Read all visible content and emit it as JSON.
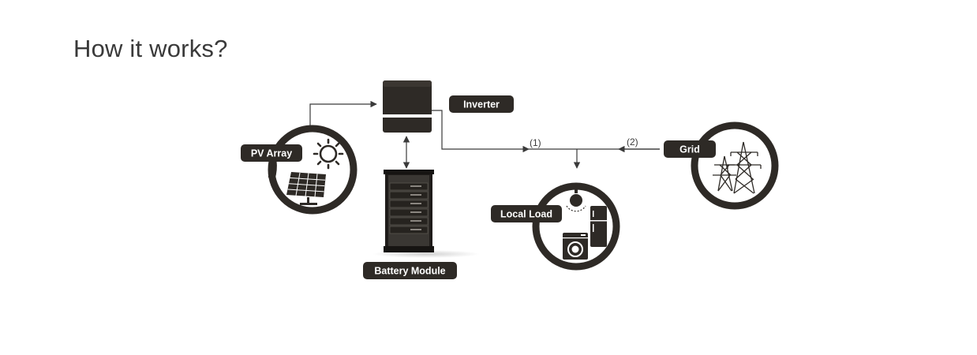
{
  "title": "How it works?",
  "components": {
    "inverter": "Inverter",
    "pv_array": "PV Array",
    "battery_module": "Battery Module",
    "local_load": "Local Load",
    "grid": "Grid"
  },
  "flows": {
    "from_inverter": "(1)",
    "from_grid": "(2)"
  },
  "colors": {
    "dark": "#2e2a26",
    "line": "#3a3a3a",
    "background": "#ffffff"
  }
}
